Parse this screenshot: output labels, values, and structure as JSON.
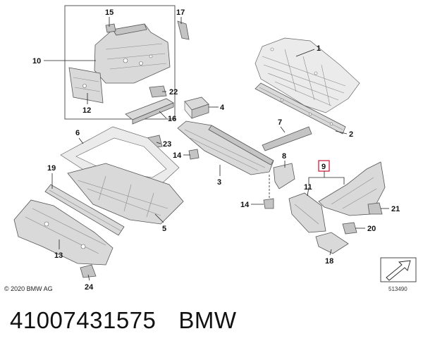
{
  "copyright": "© 2020 BMW AG",
  "diagram_id": "513490",
  "caption": {
    "part_number": "41007431575",
    "brand": "BMW"
  },
  "callouts": {
    "c1": "1",
    "c2": "2",
    "c3": "3",
    "c4": "4",
    "c5": "5",
    "c6": "6",
    "c7": "7",
    "c8": "8",
    "c9": "9",
    "c10": "10",
    "c11": "11",
    "c12": "12",
    "c13": "13",
    "c14a": "14",
    "c14b": "14",
    "c15": "15",
    "c16": "16",
    "c17": "17",
    "c18": "18",
    "c19": "19",
    "c20": "20",
    "c21": "21",
    "c22": "22",
    "c23": "23",
    "c24": "24"
  },
  "colors": {
    "highlight_box": "#c8102e",
    "line": "#222222",
    "part_fill": "#d9d9d9"
  }
}
